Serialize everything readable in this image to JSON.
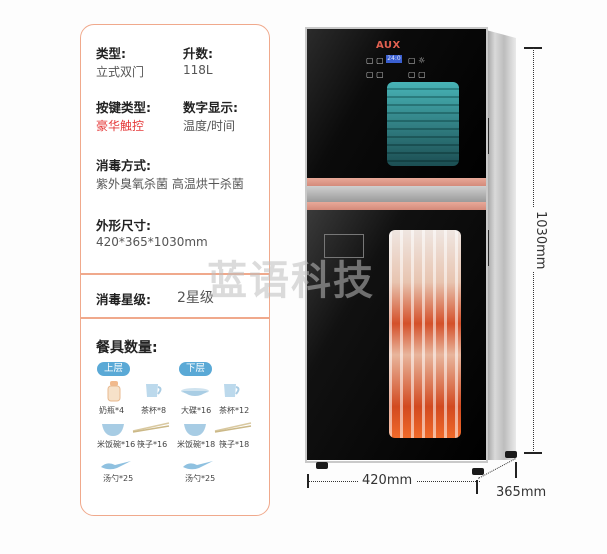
{
  "specs": {
    "type_label": "类型:",
    "type_value": "立式双门",
    "volume_label": "升数:",
    "volume_value": "118L",
    "control_label": "按键类型:",
    "control_value": "豪华触控",
    "display_label": "数字显示:",
    "display_value": "温度/时间",
    "disinfect_label": "消毒方式:",
    "disinfect_value": "紫外臭氧杀菌 高温烘干杀菌",
    "size_label": "外形尺寸:",
    "size_value": "420*365*1030mm",
    "grade_label": "消毒星级:",
    "grade_value": "2星级"
  },
  "tableware": {
    "title": "餐具数量:",
    "upper": {
      "tag": "上层",
      "items": [
        {
          "name": "奶瓶*4",
          "icon": "baby-bottle-icon"
        },
        {
          "name": "茶杯*8",
          "icon": "tea-cup-icon"
        },
        {
          "name": "米饭碗*16",
          "icon": "rice-bowl-icon"
        },
        {
          "name": "筷子*16",
          "icon": "chopsticks-icon"
        },
        {
          "name": "汤勺*25",
          "icon": "spoon-icon"
        }
      ]
    },
    "lower": {
      "tag": "下层",
      "items": [
        {
          "name": "大碟*16",
          "icon": "plate-icon"
        },
        {
          "name": "茶杯*12",
          "icon": "tea-cup-icon"
        },
        {
          "name": "米饭碗*18",
          "icon": "rice-bowl-icon"
        },
        {
          "name": "筷子*18",
          "icon": "chopsticks-icon"
        },
        {
          "name": "汤勺*25",
          "icon": "spoon-icon"
        }
      ]
    }
  },
  "product": {
    "brand": "AUX",
    "display_reading": "24:0",
    "dimensions": {
      "height": "1030mm",
      "width": "420mm",
      "depth": "365mm"
    }
  },
  "watermark": "蓝语科技",
  "colors": {
    "card_border": "#f0a98c",
    "accent_red": "#e53a3a",
    "tag_blue": "#5aa9d6"
  }
}
